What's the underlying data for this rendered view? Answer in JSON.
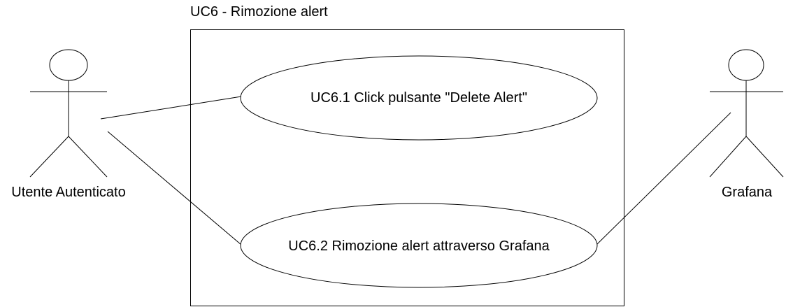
{
  "diagram": {
    "system": {
      "title": "UC6 - Rimozione alert"
    },
    "actors": {
      "left": {
        "label": "Utente Autenticato"
      },
      "right": {
        "label": "Grafana"
      }
    },
    "use_cases": [
      {
        "id": "uc1",
        "label": "UC6.1 Click pulsante \"Delete Alert\""
      },
      {
        "id": "uc2",
        "label": "UC6.2 Rimozione alert attraverso Grafana"
      }
    ],
    "associations": [
      {
        "from": "Utente Autenticato",
        "to": "UC6.1 Click pulsante \"Delete Alert\""
      },
      {
        "from": "Utente Autenticato",
        "to": "UC6.2 Rimozione alert attraverso Grafana"
      },
      {
        "from": "Grafana",
        "to": "UC6.2 Rimozione alert attraverso Grafana"
      }
    ],
    "colors": {
      "stroke": "#000000",
      "fill": "#ffffff"
    }
  }
}
